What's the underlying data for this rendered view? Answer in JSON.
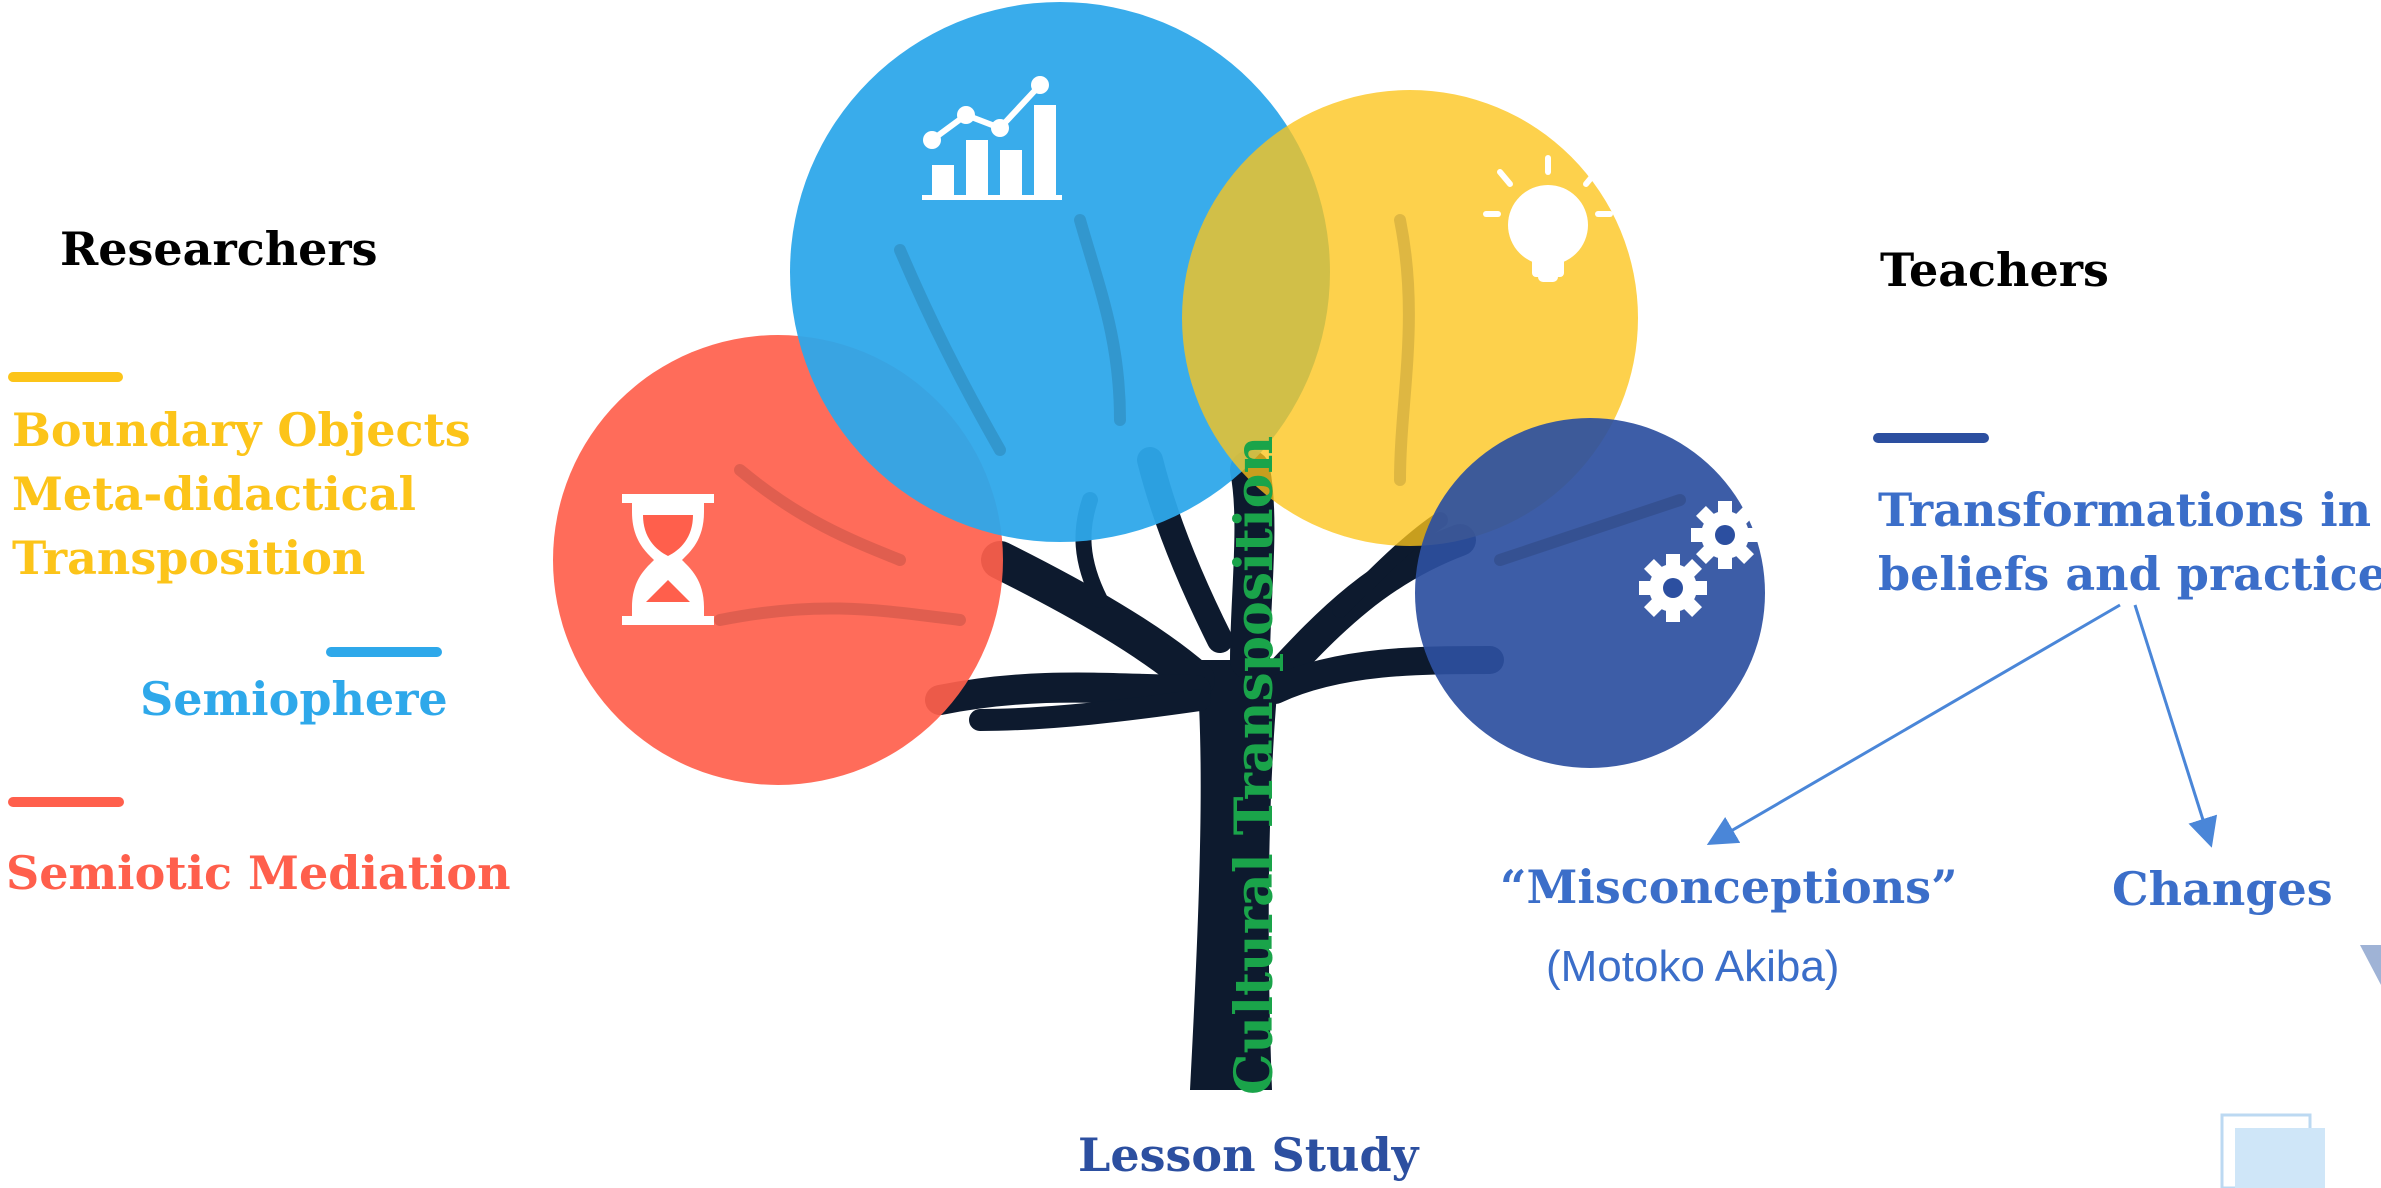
{
  "left": {
    "heading": "Researchers",
    "yellow_lines": [
      "Boundary Objects",
      "Meta-didactical",
      "Transposition"
    ],
    "blue_label": "Semiophere",
    "red_label": "Semiotic Mediation"
  },
  "right": {
    "heading": "Teachers",
    "transform_line1": "Transformations in",
    "transform_line2": "beliefs and practices",
    "misconceptions": "“Misconceptions”",
    "author": "(Motoko Akiba)",
    "changes": "Changes"
  },
  "trunk_label": "Cultural Transposition",
  "bottom_label": "Lesson Study",
  "colors": {
    "yellow": "#fcc419",
    "blue": "#2ea8ea",
    "red": "#ff5f4c",
    "navy": "#2c4fa0",
    "text_blue": "#3b6ec9",
    "trunk": "#0d1a2e",
    "green": "#1aa44a"
  },
  "icons": [
    "hourglass-icon",
    "bar-chart-icon",
    "lightbulb-icon",
    "gears-icon"
  ]
}
